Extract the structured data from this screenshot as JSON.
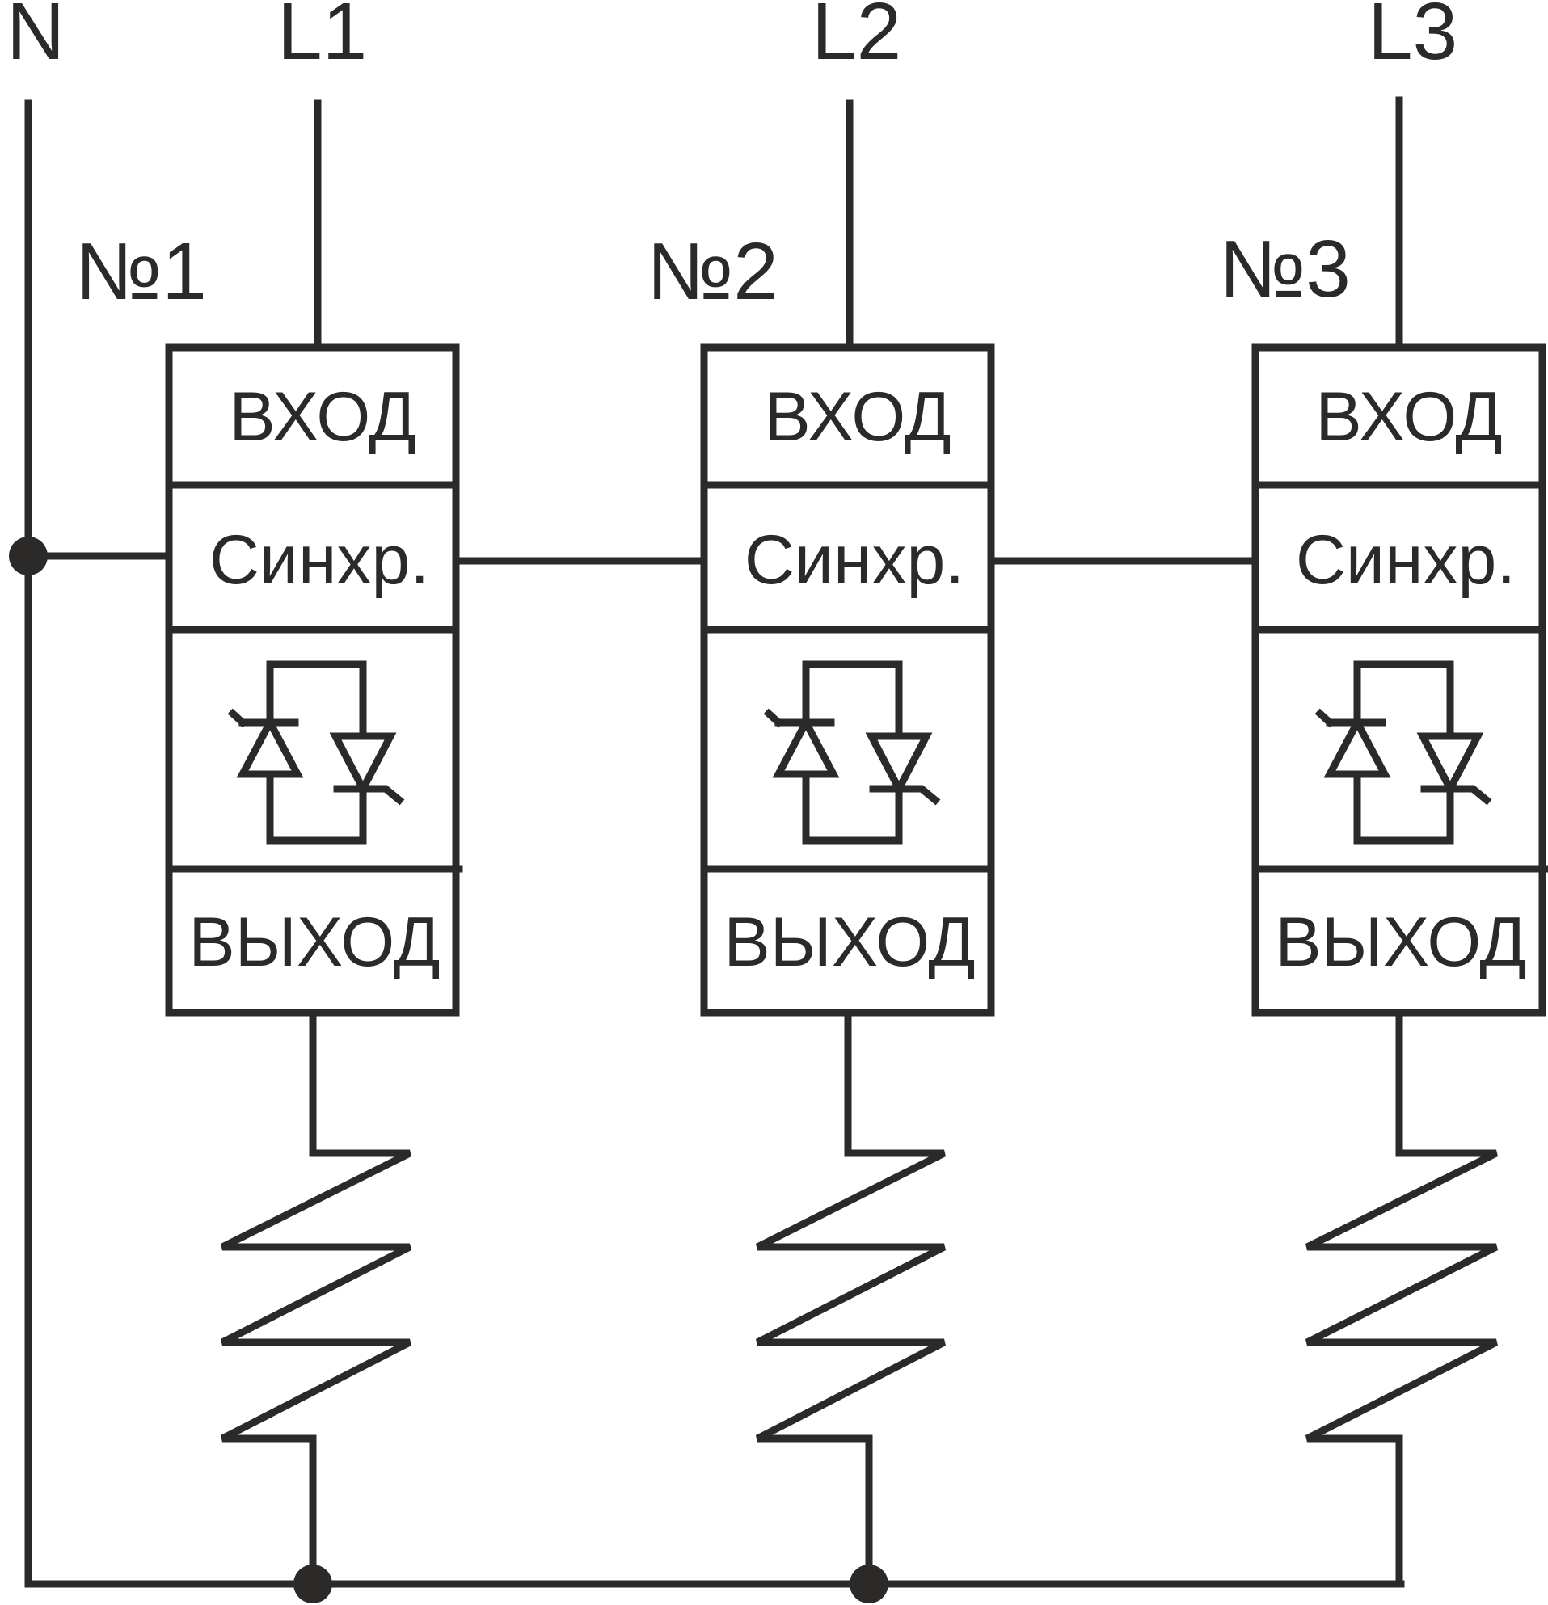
{
  "diagram": {
    "title": "Three-phase thyristor power controller connection diagram",
    "colors": {
      "line": "#2b2a28",
      "background": "#ffffff"
    },
    "terminals": [
      {
        "id": "N",
        "label": "N"
      },
      {
        "id": "L1",
        "label": "L1"
      },
      {
        "id": "L2",
        "label": "L2"
      },
      {
        "id": "L3",
        "label": "L3"
      }
    ],
    "modules": [
      {
        "label": "№1",
        "phase": "L1",
        "sections": {
          "input": "ВХОД",
          "sync": "Синхр.",
          "output": "ВЫХОД"
        },
        "switch": "anti-parallel thyristor pair",
        "load": "resistor"
      },
      {
        "label": "№2",
        "phase": "L2",
        "sections": {
          "input": "ВХОД",
          "sync": "Синхр.",
          "output": "ВЫХОД"
        },
        "switch": "anti-parallel thyristor pair",
        "load": "resistor"
      },
      {
        "label": "№3",
        "phase": "L3",
        "sections": {
          "input": "ВХОД",
          "sync": "Синхр.",
          "output": "ВЫХОД"
        },
        "switch": "anti-parallel thyristor pair",
        "load": "resistor"
      }
    ],
    "connections": [
      "N to sync input of module №1",
      "Sync of module №1 to sync of module №2",
      "Sync of module №2 to sync of module №3",
      "Loads joined to N via common bottom bus"
    ]
  }
}
